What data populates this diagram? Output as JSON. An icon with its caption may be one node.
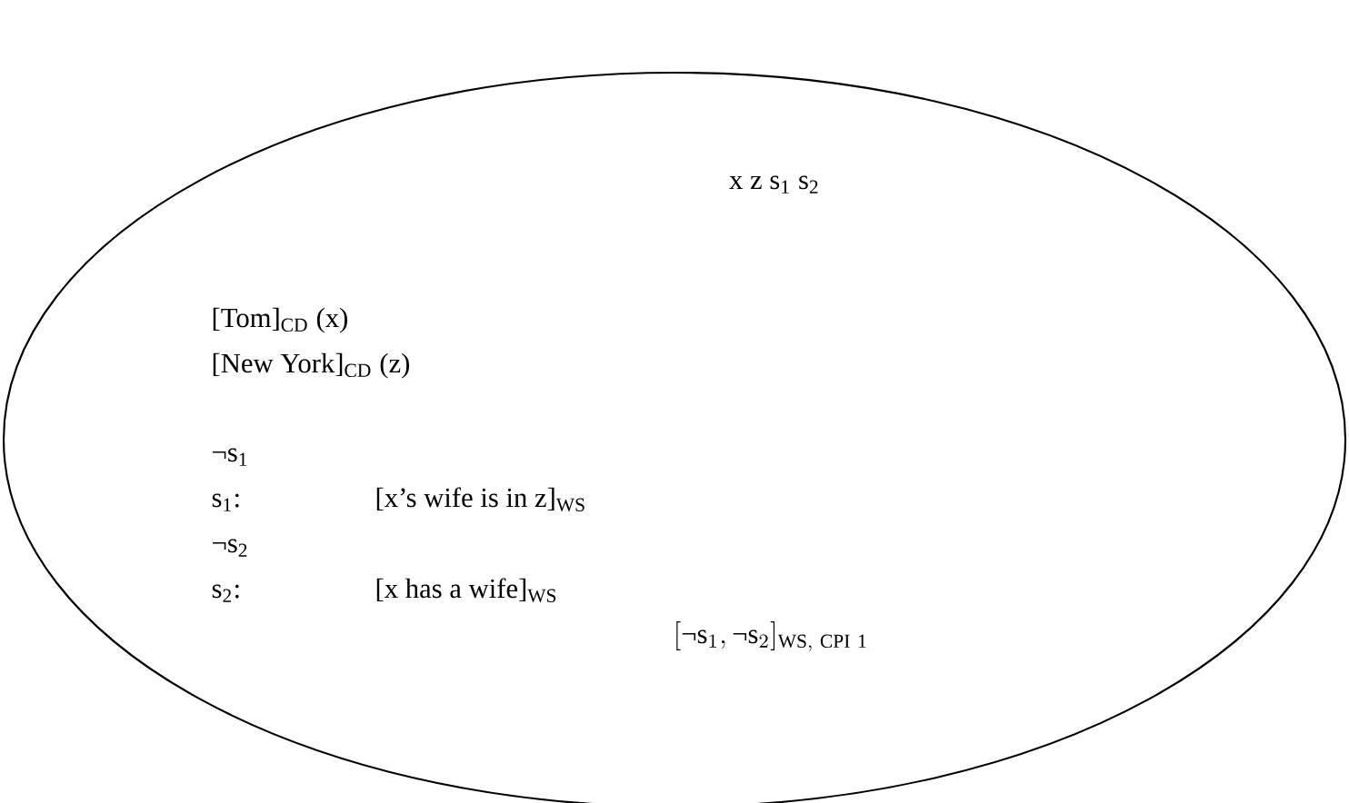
{
  "diagram": {
    "nodes": [
      {
        "text": [
          "x z s$_{1}$ s$_{2}$",
          "[Tom]$_{CD}$ (x)",
          "[New York]$_{CD}$ (z)",
          "¬s$_{1}$",
          "s$_{1}$:",
          "[x’s wife is in z]$_{WS}$",
          "¬s$_{2}$",
          "s$_{2}$:",
          "[x has a wife]$_{WS}$",
          "[\\mathrm{¬s}_{1}, \\mathrm{¬s}_{2}]_{\\mathrm{WS,\\ CPI\\ 1}}"
        ]
      }
    ]
  }
}
